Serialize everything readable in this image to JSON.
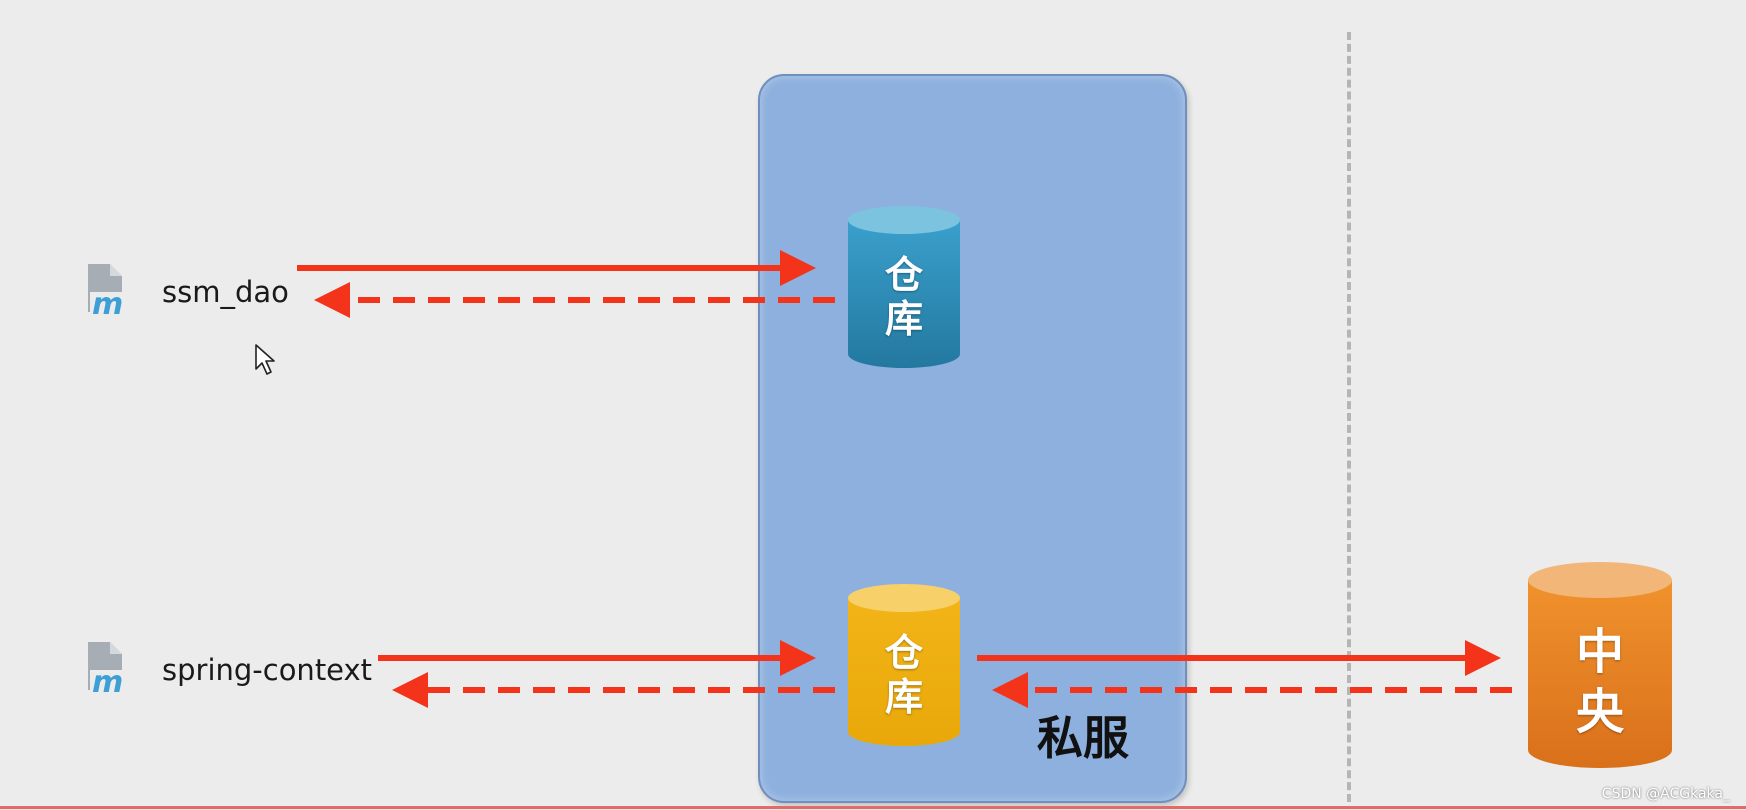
{
  "modules": [
    {
      "name": "ssm_dao",
      "icon": "maven-module-icon"
    },
    {
      "name": "spring-context",
      "icon": "maven-module-icon"
    }
  ],
  "private_server": {
    "label": "私服",
    "color": "#8db0de",
    "repos": [
      {
        "line1": "仓",
        "line2": "库",
        "color": "#2f8fb9"
      },
      {
        "line1": "仓",
        "line2": "库",
        "color": "#efb112"
      }
    ]
  },
  "central_repo": {
    "line1": "中",
    "line2": "央",
    "color": "#ec8a2c"
  },
  "arrow_color": "#f4331b",
  "watermark": "CSDN @ACGkaka_"
}
